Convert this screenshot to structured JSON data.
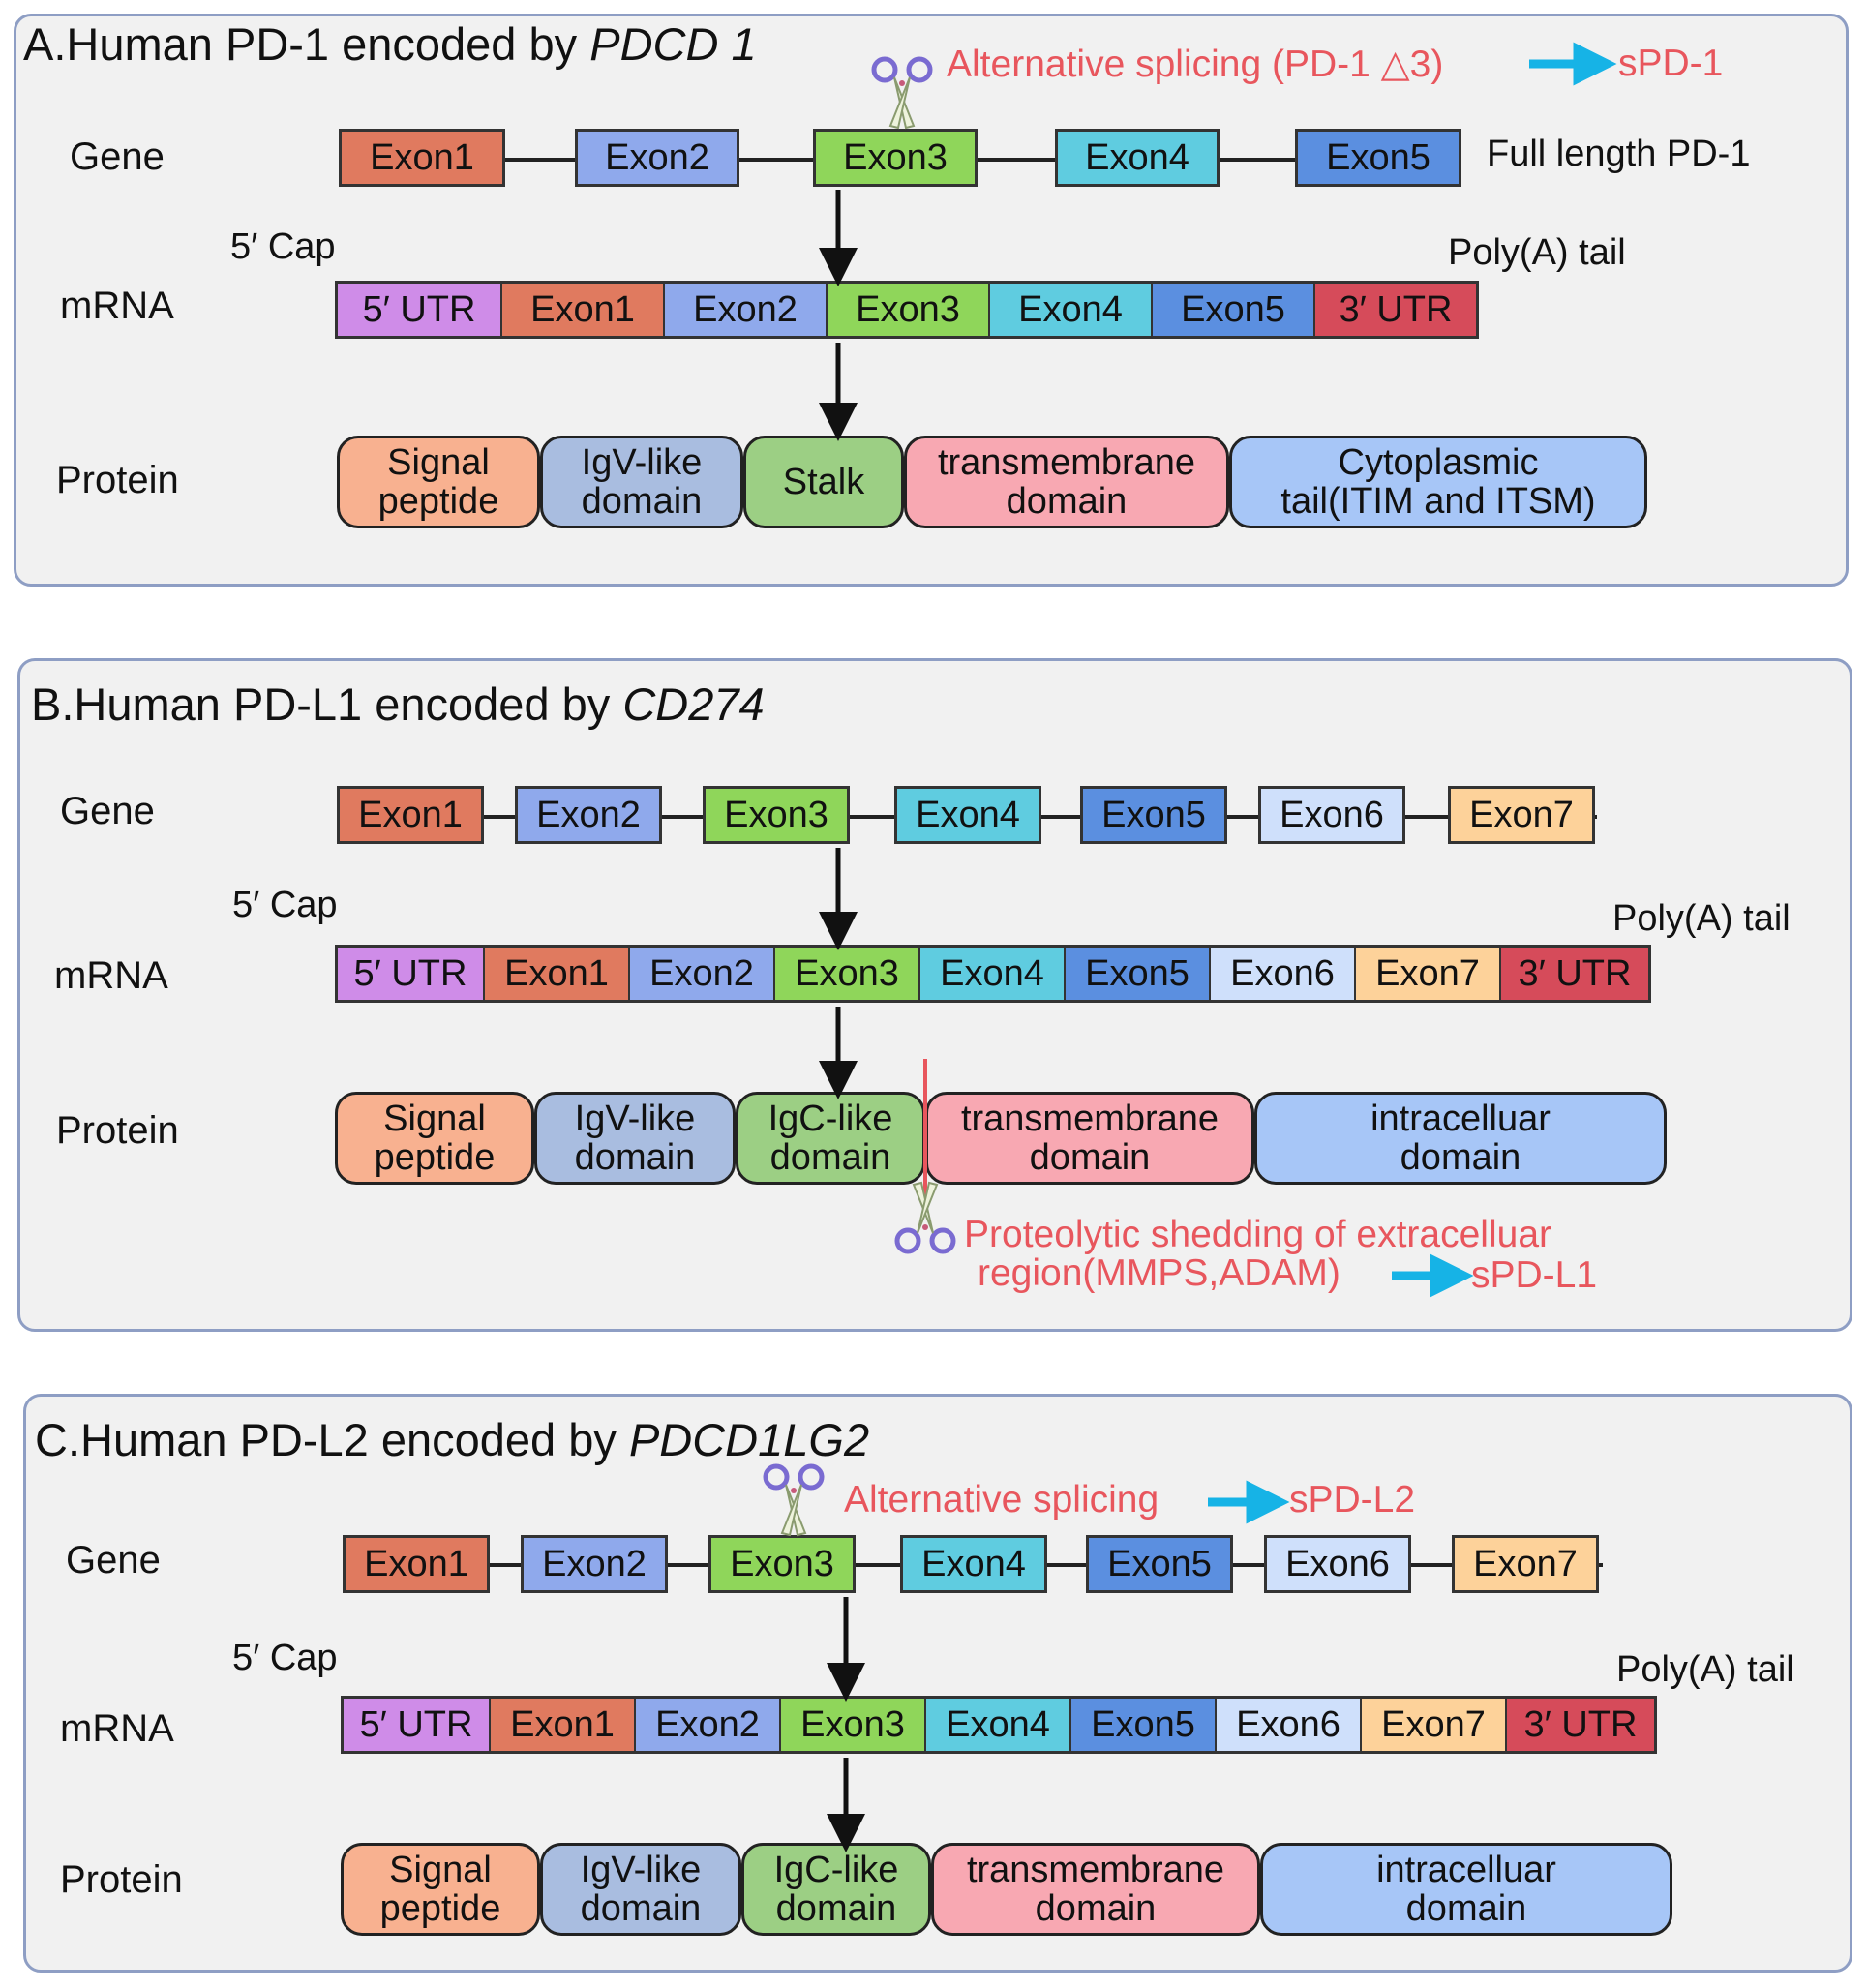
{
  "colors": {
    "exon1": "#e07a5f",
    "exon2": "#8fa9ec",
    "exon3": "#8fd65a",
    "exon4": "#5fcce0",
    "exon5": "#5b8fe0",
    "exon6": "#cfe0fb",
    "exon7": "#fdd29a",
    "utr5": "#cf8ce8",
    "utr3": "#d64b5a",
    "signal": "#f8b190",
    "igv": "#a9bde0",
    "stalk": "#9ccf84",
    "tm": "#f8a8b2",
    "cyto": "#a7c6f7",
    "alert": "#e8565d",
    "arrow": "#16b3e6"
  },
  "labels": {
    "gene": "Gene",
    "mrna": "mRNA",
    "protein": "Protein",
    "cap": "5′ Cap",
    "polya": "Poly(A) tail",
    "exon1": "Exon1",
    "exon2": "Exon2",
    "exon3": "Exon3",
    "exon4": "Exon4",
    "exon5": "Exon5",
    "exon6": "Exon6",
    "exon7": "Exon7",
    "utr5": "5′ UTR",
    "utr3": "3′ UTR"
  },
  "panelA": {
    "title_prefix": "A.Human PD-1 encoded by ",
    "title_gene": "PDCD 1",
    "full_length": "Full length PD-1",
    "splice_text": "Alternative splicing (PD-1 △3)",
    "splice_product": "sPD-1",
    "domains": [
      {
        "l1": "Signal",
        "l2": "peptide"
      },
      {
        "l1": "IgV-like",
        "l2": "domain"
      },
      {
        "l1": "Stalk",
        "l2": ""
      },
      {
        "l1": "transmembrane",
        "l2": "domain"
      },
      {
        "l1": "Cytoplasmic",
        "l2": "tail(ITIM and ITSM)"
      }
    ]
  },
  "panelB": {
    "title_prefix": "B.Human PD-L1 encoded by ",
    "title_gene": "CD274",
    "shed_line1": "Proteolytic shedding of extracelluar",
    "shed_line2": "region(MMPS,ADAM)",
    "shed_product": "sPD-L1",
    "domains": [
      {
        "l1": "Signal",
        "l2": "peptide"
      },
      {
        "l1": "IgV-like",
        "l2": "domain"
      },
      {
        "l1": "IgC-like",
        "l2": "domain"
      },
      {
        "l1": "transmembrane",
        "l2": "domain"
      },
      {
        "l1": "intracelluar",
        "l2": "domain"
      }
    ]
  },
  "panelC": {
    "title_prefix": "C.Human PD-L2 encoded by ",
    "title_gene": "PDCD1LG2",
    "splice_text": "Alternative splicing",
    "splice_product": "sPD-L2",
    "domains": [
      {
        "l1": "Signal",
        "l2": "peptide"
      },
      {
        "l1": "IgV-like",
        "l2": "domain"
      },
      {
        "l1": "IgC-like",
        "l2": "domain"
      },
      {
        "l1": "transmembrane",
        "l2": "domain"
      },
      {
        "l1": "intracelluar",
        "l2": "domain"
      }
    ]
  }
}
